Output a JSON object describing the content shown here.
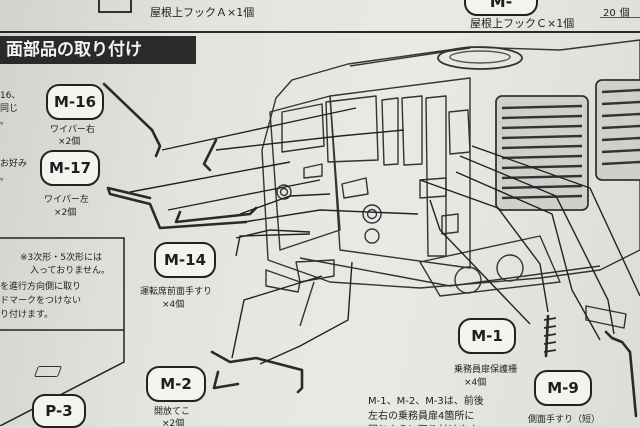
{
  "top": {
    "part_a": "屋根上フックＡ×1個",
    "part_c_id": "M-",
    "part_c": "屋根上フックＣ×1個",
    "right_frag1": "20",
    "right_frag2": "個"
  },
  "section": {
    "title": "面部品の取り付け"
  },
  "left_frags": {
    "f1": "16、",
    "f2": "同じ",
    "f3": "。",
    "f4": "お好み",
    "f5": "。"
  },
  "parts": {
    "m16": {
      "id": "M-16",
      "name": "ワイパー右",
      "qty": "×2個"
    },
    "m17": {
      "id": "M-17",
      "name": "ワイパー左",
      "qty": "×2個"
    },
    "m14": {
      "id": "M-14",
      "name": "運転席前面手すり",
      "qty": "×4個"
    },
    "m1": {
      "id": "M-1",
      "name": "乗務員扉保護柵",
      "qty": "×4個"
    },
    "m2": {
      "id": "M-2",
      "name": "開放てこ",
      "qty": "×2個"
    },
    "m9": {
      "id": "M-9",
      "name": "側面手すり（短）"
    },
    "p3": {
      "id": "P-3"
    }
  },
  "note_box": {
    "line1": "※3次形・5次形には",
    "line2": "入っておりません。",
    "line3": "を進行方向側に取り",
    "line4": "ドマークをつけない",
    "line5": "り付けます。"
  },
  "bottom_text": {
    "line1": "M-1、M-2、M-3は、前後",
    "line2": "左右の乗務員扉4箇所に",
    "line3": "同じように取り付けます。"
  }
}
